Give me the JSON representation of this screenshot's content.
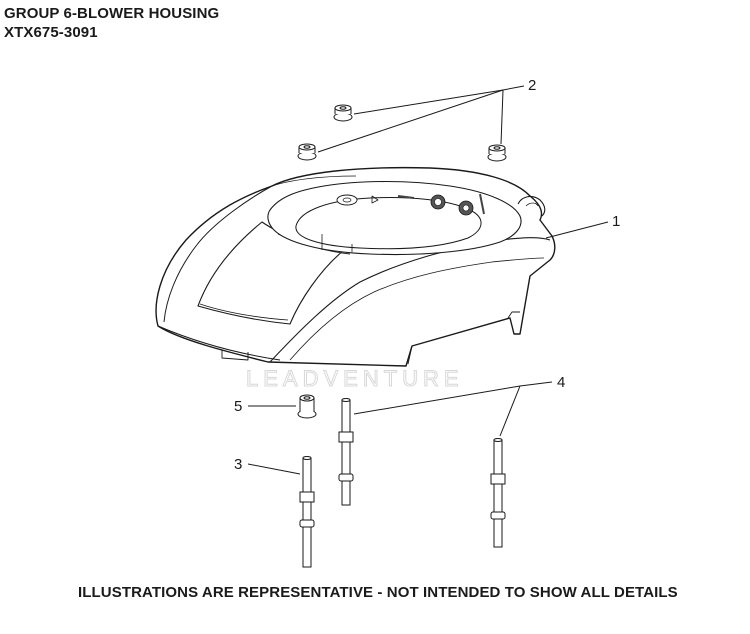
{
  "header": {
    "title": "GROUP 6-BLOWER HOUSING",
    "model": "XTX675-3091"
  },
  "footer": {
    "disclaimer": "ILLUSTRATIONS ARE REPRESENTATIVE - NOT INTENDED TO SHOW ALL DETAILS"
  },
  "watermark": {
    "text": "LEADVENTURE"
  },
  "callouts": {
    "housing": "1",
    "nut": "2",
    "stud_short": "3",
    "stud_long": "4",
    "spacer": "5"
  }
}
